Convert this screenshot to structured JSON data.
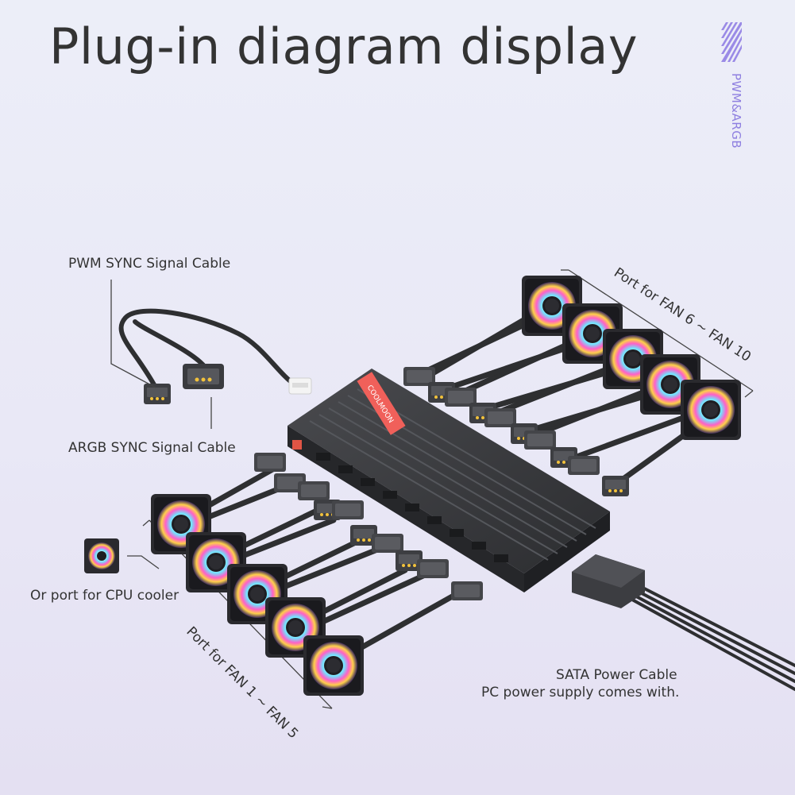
{
  "title": "Plug-in diagram display",
  "side_tag": "PWM&ARGB",
  "hub": {
    "brand": "COOLMOON"
  },
  "labels": {
    "pwm_sync": "PWM SYNC Signal Cable",
    "argb_sync": "ARGB SYNC Signal Cable",
    "cpu_cooler": "Or port for CPU cooler",
    "fan_6_10": "Port for FAN 6 ~ FAN 10",
    "fan_1_5": "Port for FAN 1 ~ FAN 5",
    "sata_line1": "SATA Power Cable",
    "sata_line2": "PC power supply comes with."
  },
  "colors": {
    "background": "#e9e8f6",
    "accent": "#8e7fe0",
    "hub_body": "#3a3b3e",
    "brand_tag": "#f0605a",
    "cable": "#2e2f31"
  }
}
